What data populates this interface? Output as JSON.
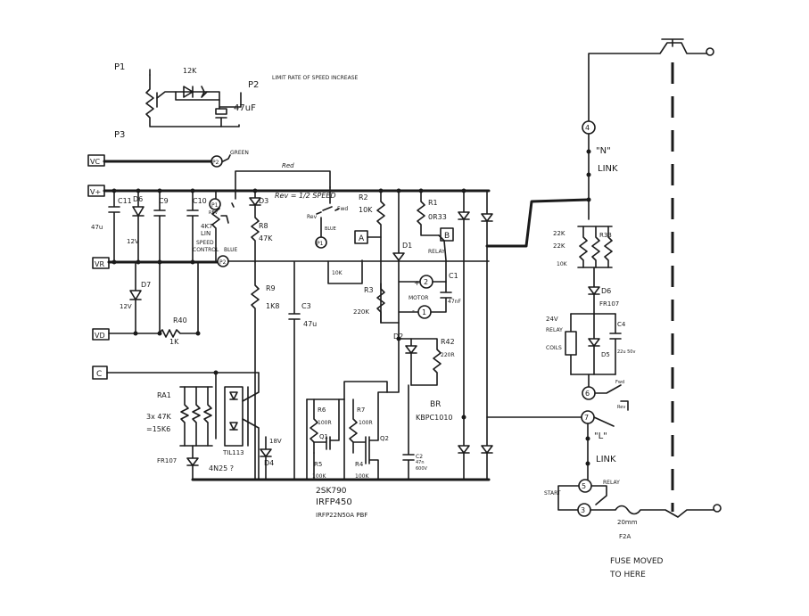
{
  "terminals": {
    "vc": "VC",
    "vplus": "V+",
    "vr": "VR",
    "vd": "VD",
    "c": "C",
    "a": "A",
    "b": "B"
  },
  "pins": {
    "p1": "P1",
    "p2": "P2",
    "p3": "P3",
    "n4": "4",
    "n5": "5",
    "n6": "6",
    "n7": "7",
    "n3": "3",
    "n2": "2",
    "n1": "1"
  },
  "pot": {
    "p1": "P1",
    "p2": "P2",
    "p3": "P3",
    "r12k": "12K",
    "cap": "47uF",
    "note": "LIMIT RATE OF SPEED INCREASE"
  },
  "wires": {
    "green": "GREEN",
    "red": "Red",
    "blue_pot": "BLUE",
    "blue2": "BLUE"
  },
  "left": {
    "c11": "C11",
    "c11_val": "47u",
    "d6": "D6",
    "d6_val": "12V",
    "c9": "C9",
    "c10": "C10",
    "c10_sub": "REV",
    "pot_val": "4K7",
    "pot_lin": "LIN",
    "pot_speed": "SPEED",
    "pot_control": "CONTROL",
    "d7": "D7",
    "d7_val": "12V",
    "r40": "R40",
    "r40_val": "1K",
    "ra1": "RA1",
    "ra1_val": "3x 47K",
    "ra1_val2": "=15K6",
    "fr107": "FR107",
    "til": "TIL113",
    "an25": "4N25 ?"
  },
  "mid": {
    "d3": "D3",
    "r8": "R8",
    "r8_val": "47K",
    "rev_speed": "Rev = 1/2 SPEED",
    "rev": "Rev",
    "fwd": "Fwd",
    "r2": "R2",
    "r2_val": "10K",
    "r1": "R1",
    "r1_val": "0R33",
    "r9": "R9",
    "r9_val": "1K8",
    "c3": "C3",
    "c3_val": "47u",
    "r10k": "10K",
    "r3": "R3",
    "r3_val": "220K",
    "d1": "D1",
    "relay": "RELAY",
    "motor": "MOTOR",
    "plus": "+",
    "minus": "-",
    "c1": "C1",
    "c1_val": "47nF",
    "d2": "D2",
    "r42": "R42",
    "r42_val": "220R",
    "d4": "D4",
    "v18": "18V",
    "r6": "R6",
    "r6_val": "100R",
    "r7": "R7",
    "r7_val": "100R",
    "q1": "Q1",
    "q2": "Q2",
    "r5": "R5",
    "r5_val": "100K",
    "r4": "R4",
    "r4_val": "100K",
    "c2": "C2",
    "c2_val": "47n",
    "c2_v": "600V",
    "br": "BR",
    "br_val": "KBPC1010",
    "mosfet1": "2SK790",
    "mosfet2": "IRFP450",
    "mosfet3": "IRFP22N50A PBF"
  },
  "right": {
    "n_link": "\"N\"",
    "link": "LINK",
    "r22k_a": "22K",
    "r22k_b": "22K",
    "r10k": "10K",
    "r33": "R33",
    "d6": "D6",
    "fr107": "FR107",
    "relay24": "24V",
    "relay_lbl": "RELAY",
    "coils": "COILS",
    "c4": "C4",
    "c4_val": "22u 50v",
    "d5": "D5",
    "fwd": "Fwd",
    "rev": "Rev",
    "l_link": "\"L\"",
    "link2": "LINK",
    "start": "START",
    "relay2": "RELAY",
    "fuse": "20mm",
    "fuse2": "F2A",
    "fuse_note1": "FUSE MOVED",
    "fuse_note2": "TO HERE"
  }
}
